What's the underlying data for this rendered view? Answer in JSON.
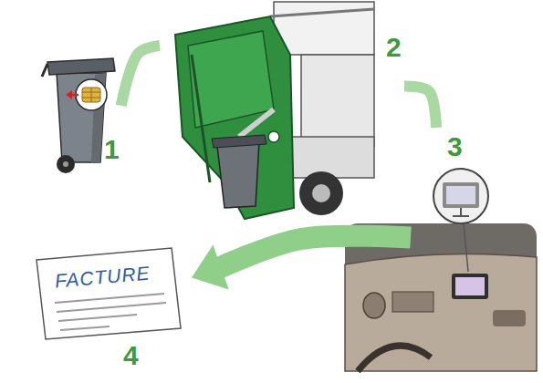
{
  "diagram": {
    "nodes": [
      {
        "text": [
          "1"
        ]
      },
      {
        "text": [
          "2"
        ]
      },
      {
        "text": [
          "3"
        ]
      },
      {
        "text": [
          "FACTURE",
          "4"
        ]
      }
    ],
    "edges": [
      {
        "from": 0,
        "to": 1,
        "arrow": "none"
      },
      {
        "from": 1,
        "to": 2,
        "arrow": "none"
      },
      {
        "from": 2,
        "to": 3,
        "arrow": "to"
      }
    ]
  }
}
